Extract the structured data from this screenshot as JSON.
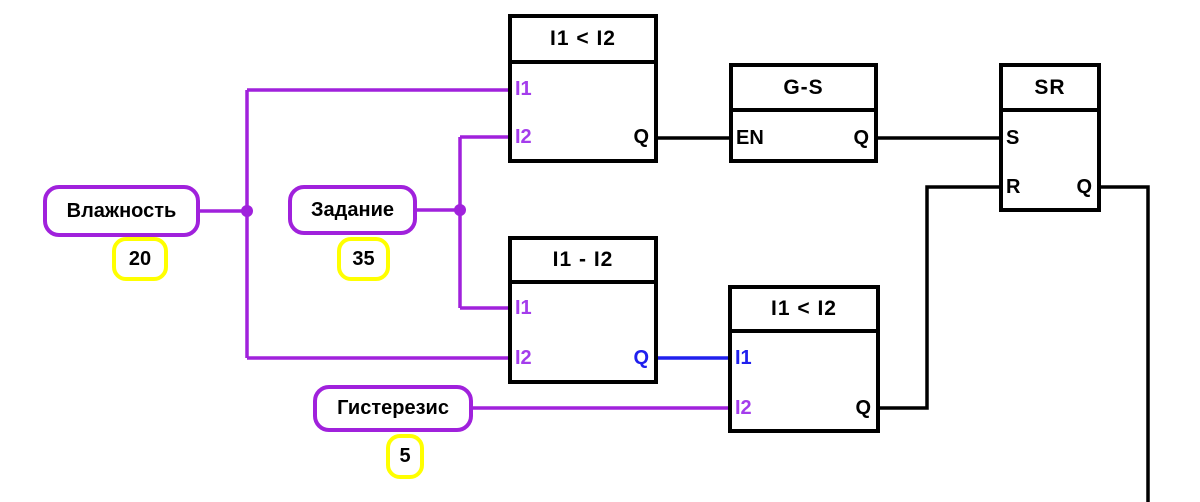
{
  "diagram": {
    "inputs": [
      {
        "label": "Влажность",
        "value": "20"
      },
      {
        "label": "Задание",
        "value": "35"
      },
      {
        "label": "Гистерезис",
        "value": "5"
      }
    ],
    "blocks": {
      "cmp_top": {
        "title": "I1 < I2",
        "in1": "I1",
        "in2": "I2",
        "out": "Q"
      },
      "gs": {
        "title": "G-S",
        "in1": "EN",
        "out": "Q"
      },
      "sr": {
        "title": "SR",
        "in1": "S",
        "in2": "R",
        "out": "Q"
      },
      "sub": {
        "title": "I1 - I2",
        "in1": "I1",
        "in2": "I2",
        "out": "Q"
      },
      "cmp_bot": {
        "title": "I1 < I2",
        "in1": "I1",
        "in2": "I2",
        "out": "Q"
      }
    },
    "colors": {
      "wire_purple": "#a021dc",
      "wire_blue": "#2020ee",
      "wire_black": "#000000",
      "label_border_purple": "#a021dc",
      "value_border_yellow": "#ffff00",
      "pin_text_purple": "#a43cec",
      "pin_text_blue": "#2020ee",
      "text_black": "#000000",
      "background": "#ffffff"
    }
  }
}
